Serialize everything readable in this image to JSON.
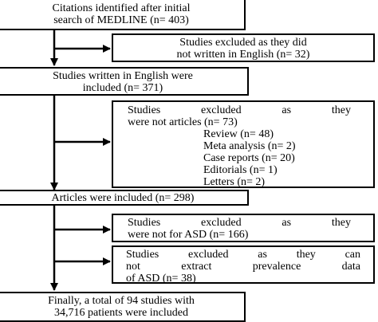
{
  "boxes": {
    "b1": {
      "lines": [
        "Citations identified after initial",
        "search of MEDLINE (n= 403)"
      ]
    },
    "e1": {
      "lines": [
        "Studies excluded as they did",
        "not written in English (n= 32)"
      ]
    },
    "b2": {
      "lines": [
        "Studies written in English were",
        "included (n= 371)"
      ]
    },
    "e2": {
      "lines": [
        "Studies excluded as they",
        "were not articles (n= 73)"
      ],
      "sub": [
        "Review (n= 48)",
        "Meta analysis (n= 2)",
        "Case reports (n= 20)",
        "Editorials (n= 1)",
        "Letters (n= 2)"
      ]
    },
    "b3": {
      "lines": [
        "Articles were included (n= 298)"
      ]
    },
    "e3": {
      "lines": [
        "Studies excluded as they",
        "were not for ASD (n= 166)"
      ]
    },
    "e4": {
      "lines": [
        "Studies excluded as they can",
        "not extract prevalence data",
        "of ASD (n= 38)"
      ]
    },
    "b4": {
      "lines": [
        "Finally, a total of 94 studies with",
        "34,716 patients were included"
      ]
    }
  }
}
